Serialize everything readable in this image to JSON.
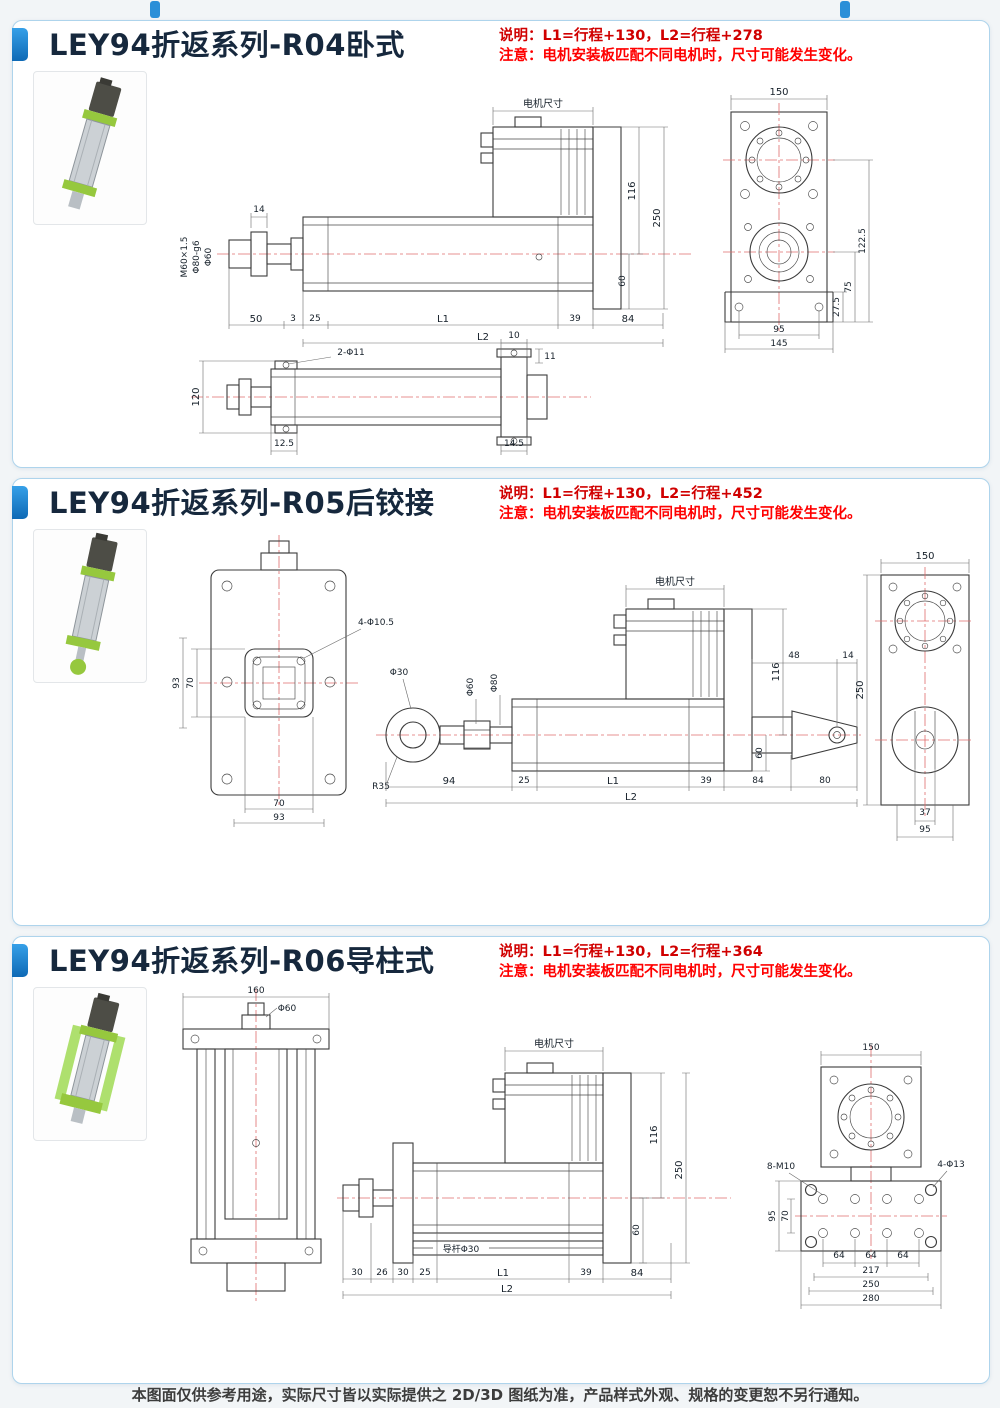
{
  "page": {
    "footer_text": "本图面仅供参考用途，实际尺寸皆以实际提供之 2D/3D 图纸为准，产品样式外观、规格的变更恕不另行通知。"
  },
  "sections": [
    {
      "title": "LEY94折返系列-R04卧式",
      "note_spec": "说明：L1=行程+130，L2=行程+278",
      "note_warn": "注意：电机安装板匹配不同电机时，尺寸可能发生变化。",
      "dims": {
        "motor_size": "电机尺寸",
        "d14": "14",
        "m60": "M60×1.5",
        "phi80g6": "Φ80-g6",
        "phi60": "Φ60",
        "d50": "50",
        "d3": "3",
        "d25": "25",
        "L1": "L1",
        "d39": "39",
        "d84": "84",
        "L2": "L2",
        "d116": "116",
        "d60": "60",
        "d250": "250",
        "d150": "150",
        "d122_5": "122.5",
        "d75": "75",
        "d27_5": "27.5",
        "d95": "95",
        "d145": "145",
        "holes": "2-Φ11",
        "d10": "10",
        "d11": "11",
        "d120": "120",
        "d12_5": "12.5",
        "d14_5": "14.5"
      }
    },
    {
      "title": "LEY94折返系列-R05后铰接",
      "note_spec": "说明：L1=行程+130，L2=行程+452",
      "note_warn": "注意：电机安装板匹配不同电机时，尺寸可能发生变化。",
      "dims": {
        "motor_size": "电机尺寸",
        "holes": "4-Φ10.5",
        "d93_left": "93",
        "d70_left": "70",
        "d70_bottom": "70",
        "d93_bottom": "93",
        "phi30": "Φ30",
        "phi60": "Φ60",
        "phi80": "Φ80",
        "r35": "R35",
        "d94": "94",
        "d25": "25",
        "L1": "L1",
        "d39": "39",
        "d84": "84",
        "d80": "80",
        "L2": "L2",
        "d116": "116",
        "d60": "60",
        "d48": "48",
        "d14": "14",
        "d150": "150",
        "d250": "250",
        "d37": "37",
        "d95": "95"
      }
    },
    {
      "title": "LEY94折返系列-R06导柱式",
      "note_spec": "说明：L1=行程+130，L2=行程+364",
      "note_warn": "注意：电机安装板匹配不同电机时，尺寸可能发生变化。",
      "dims": {
        "d160": "160",
        "phi60": "Φ60",
        "motor_size": "电机尺寸",
        "guide_rod": "导杆Φ30",
        "d30a": "30",
        "d26": "26",
        "d30b": "30",
        "d25": "25",
        "L1": "L1",
        "d39": "39",
        "d84": "84",
        "L2": "L2",
        "d116": "116",
        "d250_side": "250",
        "d60": "60",
        "d150": "150",
        "m10": "8-M10",
        "phi13": "4-Φ13",
        "d95": "95",
        "d70": "70",
        "d64a": "64",
        "d64b": "64",
        "d64c": "64",
        "d217": "217",
        "d250_base": "250",
        "d280": "280"
      }
    }
  ]
}
